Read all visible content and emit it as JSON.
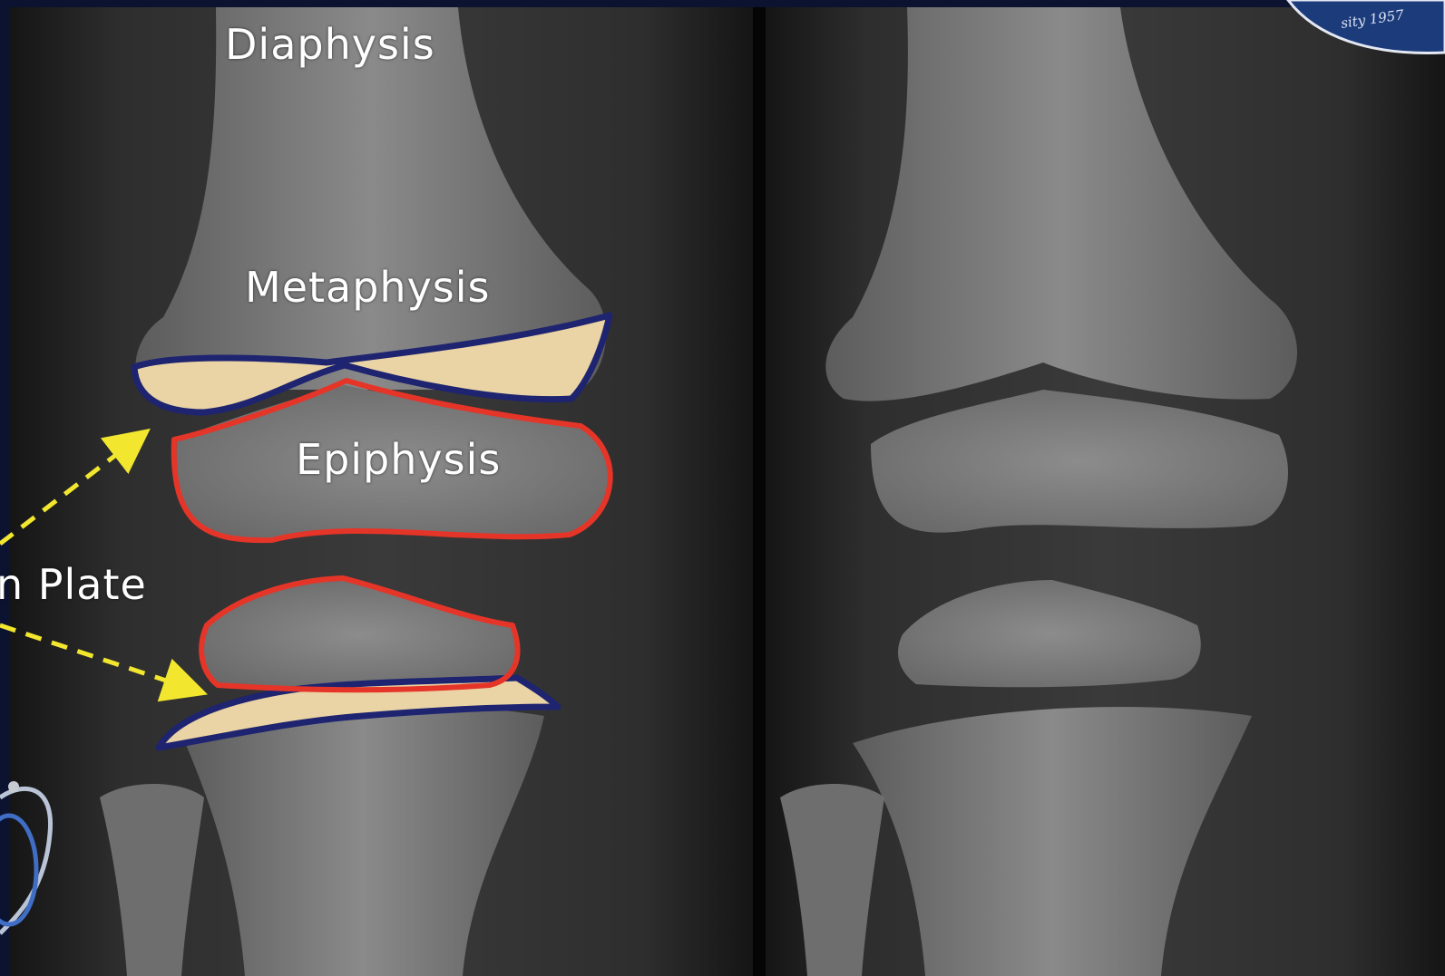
{
  "labels": {
    "diaphysis": "Diaphysis",
    "metaphysis": "Metaphysis",
    "epiphysis": "Epiphysis",
    "growth_plate": "n Plate"
  },
  "seal": {
    "text": "sity 1957"
  },
  "colors": {
    "background": "#0b1330",
    "xray_dark": "#121212",
    "bone": "#9c9c9c",
    "growth_plate_outline": "#1e2470",
    "growth_plate_fill": "#ead3a4",
    "epiphysis_outline": "#e53528",
    "arrow": "#f2e72e",
    "label": "#ffffff"
  },
  "icons": [
    "stethoscope-icon",
    "university-seal-icon",
    "dashed-arrow-icon"
  ]
}
